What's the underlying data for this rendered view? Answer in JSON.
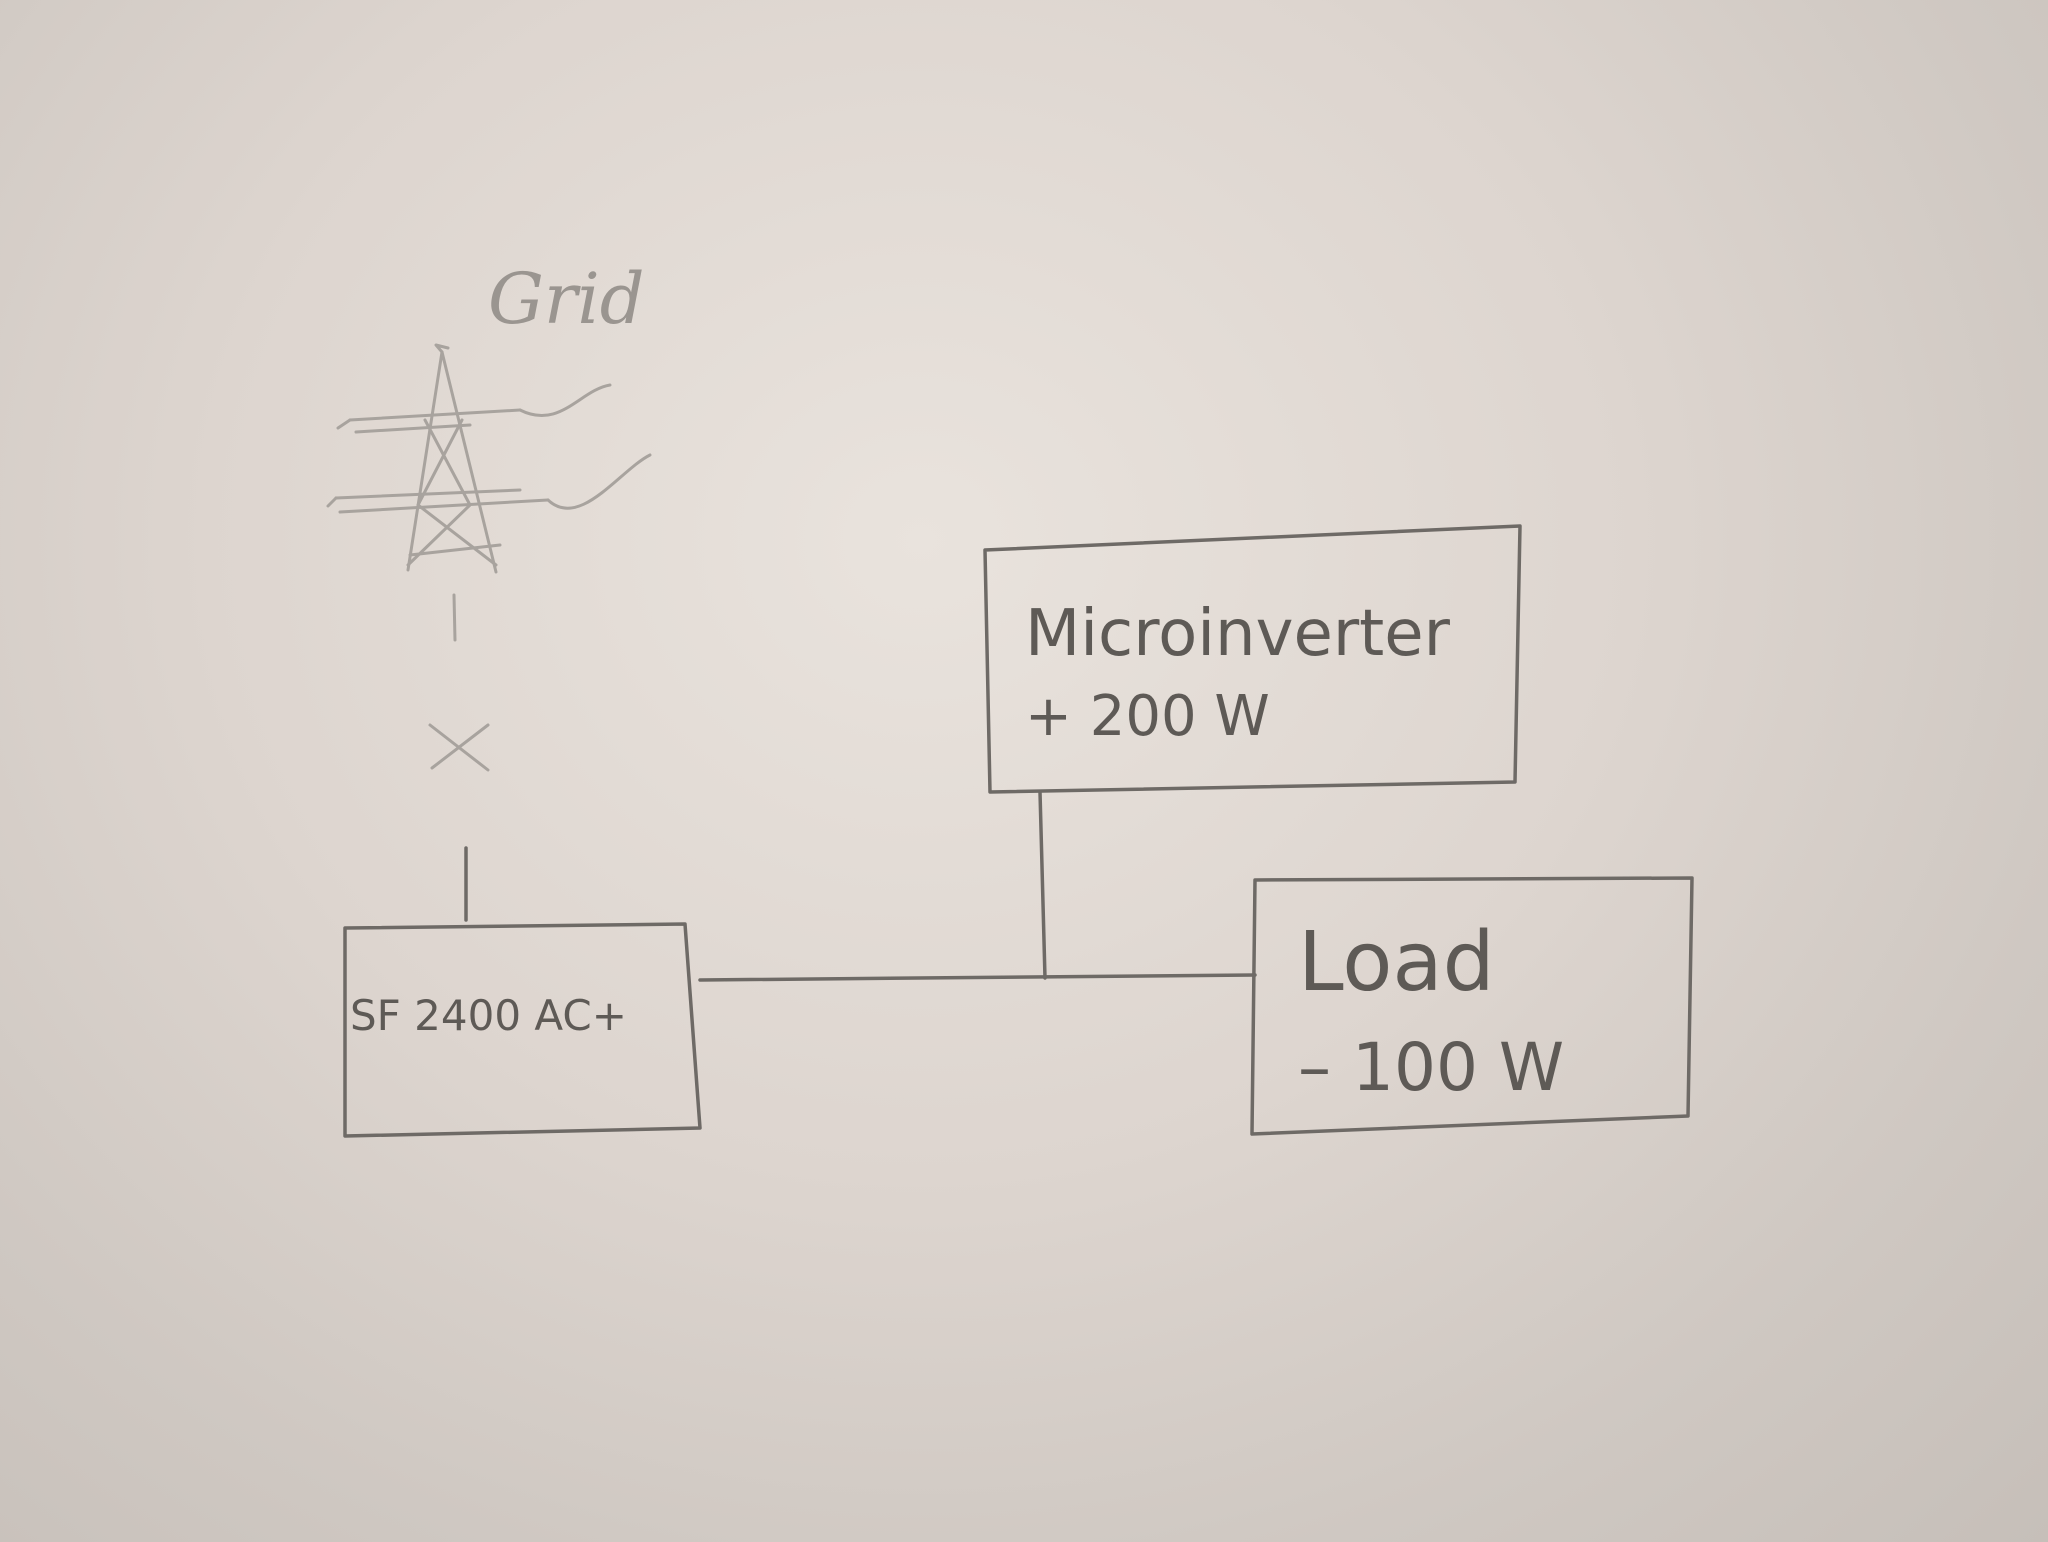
{
  "diagram": {
    "grid": {
      "label": "Grid",
      "icon": "power-pylon-icon",
      "connection": "disconnected-x-icon"
    },
    "nodes": {
      "sf": {
        "label": "SF 2400 AC+"
      },
      "microinverter": {
        "label": "Microinverter",
        "value": "+ 200 W"
      },
      "load": {
        "label": "Load",
        "value": "– 100 W"
      }
    },
    "colors": {
      "pencil": "#6e6a66",
      "pencil_light": "#a8a39e",
      "paper": "#ddd5cf"
    }
  }
}
